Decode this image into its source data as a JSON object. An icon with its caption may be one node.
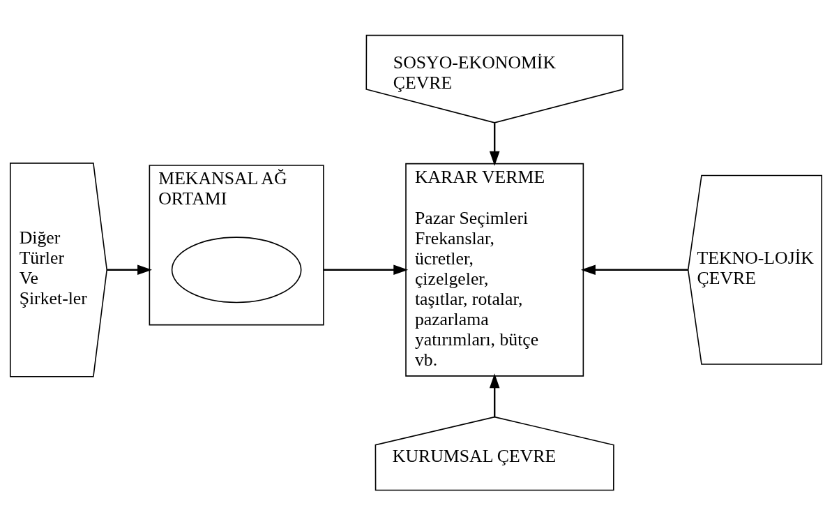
{
  "diagram": {
    "nodes": [
      {
        "text": [
          "Diğer Türler Ve Şirket-ler"
        ]
      },
      {
        "text": [
          "MEKANSAL AĞ ORTAMI"
        ]
      },
      {
        "text": [],
        "shape": "ellipse",
        "in": 1
      },
      {
        "text": [
          "KARAR VERME",
          "Pazar Seçimleri Frekanslar, ücretler, çizelgeler, taşıtlar, rotalar, pazarlama yatırımları, bütçe vb."
        ]
      },
      {
        "text": [
          "SOSYO-EKONOMİK ÇEVRE"
        ]
      },
      {
        "text": [
          "TEKNO-LOJİK ÇEVRE"
        ]
      },
      {
        "text": [
          "KURUMSAL ÇEVRE"
        ]
      }
    ],
    "edges": [
      {
        "from": 0,
        "to": 1,
        "arrow": "to"
      },
      {
        "from": 1,
        "to": 3,
        "arrow": "to"
      },
      {
        "from": 4,
        "to": 3,
        "arrow": "to"
      },
      {
        "from": 5,
        "to": 3,
        "arrow": "to"
      },
      {
        "from": 6,
        "to": 3,
        "arrow": "to"
      }
    ]
  }
}
